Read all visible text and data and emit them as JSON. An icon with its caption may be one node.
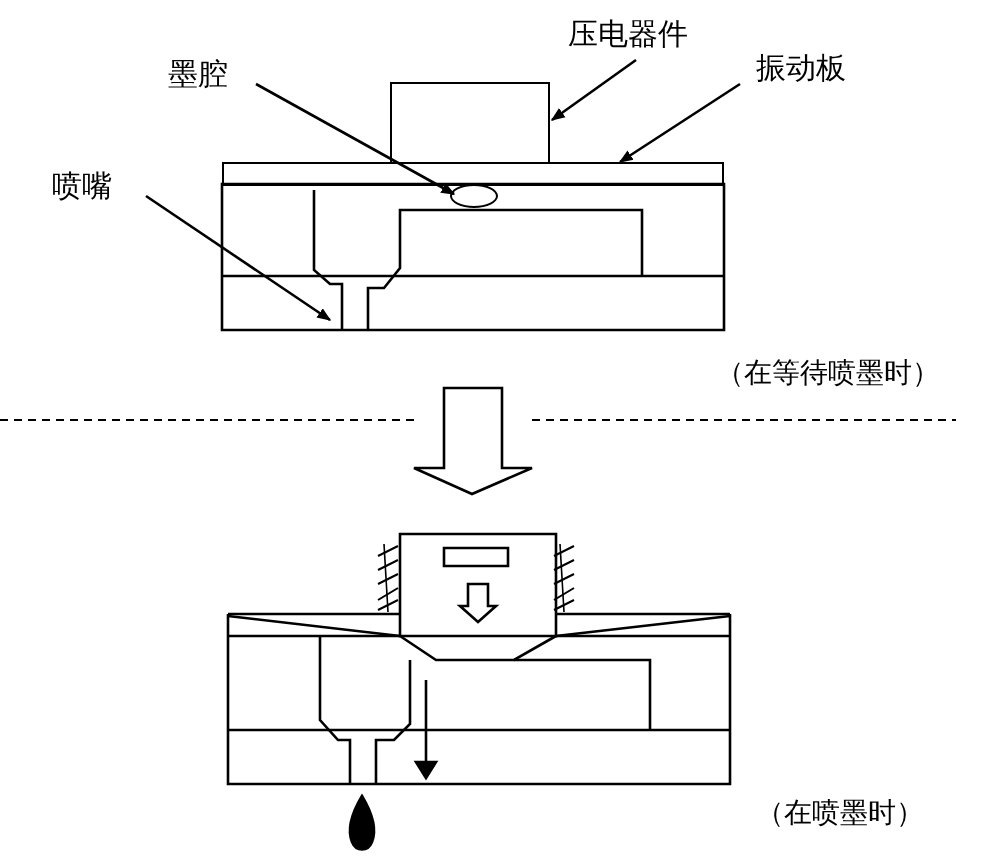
{
  "diagram": {
    "nodes": [
      {
        "text": [
          "压电器件"
        ]
      },
      {
        "text": [
          "墨腔"
        ]
      },
      {
        "text": [
          "振动板"
        ]
      },
      {
        "text": [
          "喷嘴"
        ]
      },
      {
        "text": [],
        "shape": "box"
      },
      {
        "text": [],
        "shape": "bar"
      },
      {
        "text": [],
        "shape": "ellipse"
      }
    ],
    "edges": [
      {
        "from": 0,
        "to": 4,
        "arrow": "to"
      },
      {
        "from": 1,
        "to": 6,
        "arrow": "to"
      },
      {
        "from": 2,
        "to": 5,
        "arrow": "to"
      },
      {
        "from": 3,
        "to": null,
        "arrow": "to"
      }
    ],
    "labels": [
      "（在等待喷墨时）",
      "（在喷墨时）"
    ]
  }
}
